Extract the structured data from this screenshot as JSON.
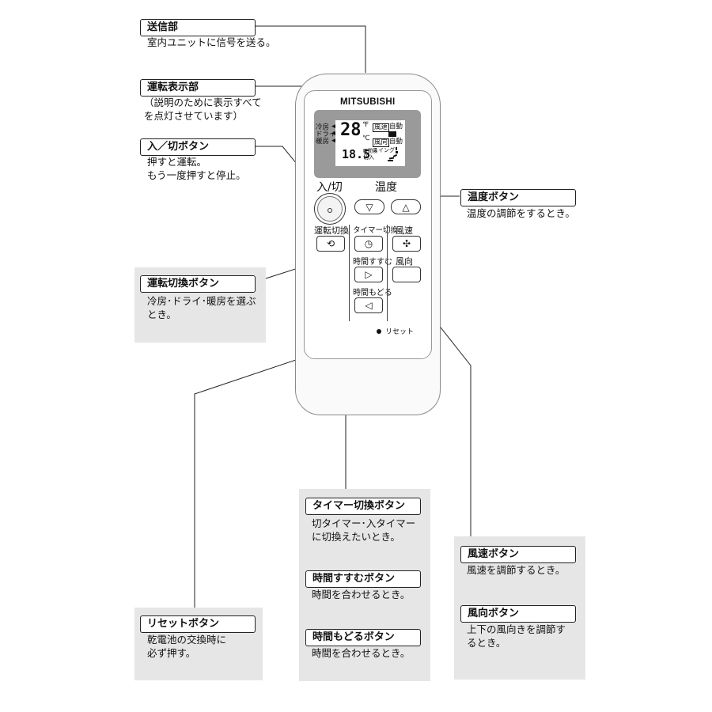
{
  "remote": {
    "brand": "MITSUBISHI",
    "lcd": {
      "modes": [
        "冷房",
        "ドライ",
        "暖房"
      ],
      "temperature": "28",
      "temp_unit": "℃",
      "temp_unit_small": "℉",
      "timer_value": "18.5",
      "timer_unit": "時間後",
      "timer_mode": "切入",
      "fan_label": "風速",
      "fan_auto": "自動",
      "vane_label": "風向",
      "vane_auto": "自動",
      "swing_label": "スイング"
    },
    "buttons": {
      "power_label": "入/切",
      "temp_label": "温度",
      "temp_down_symbol": "▽",
      "temp_up_symbol": "△",
      "mode_label": "運転切換",
      "mode_symbol": "⟲",
      "timer_switch_label": "タイマー切換",
      "timer_symbol": "◷",
      "fan_label": "風速",
      "fan_symbol": "✣",
      "time_forward_label": "時間すすむ",
      "time_forward_symbol": "▷",
      "vane_label": "風向",
      "time_back_label": "時間もどる",
      "time_back_symbol": "◁",
      "reset_label": "リセット"
    }
  },
  "callouts": {
    "transmitter": {
      "title": "送信部",
      "text": "室内ユニットに信号を送る。"
    },
    "display": {
      "title": "運転表示部",
      "text": "（説明のために表示すべて\nを点灯させています）"
    },
    "power": {
      "title": "入／切ボタン",
      "text": "押すと運転。\nもう一度押すと停止。"
    },
    "temperature": {
      "title": "温度ボタン",
      "text": "温度の調節をするとき。"
    },
    "mode": {
      "title": "運転切換ボタン",
      "text": "冷房･ドライ･暖房を選ぶ\nとき。"
    },
    "timer_switch": {
      "title": "タイマー切換ボタン",
      "text": "切タイマー･入タイマー\nに切換えたいとき。"
    },
    "time_forward": {
      "title": "時間すすむボタン",
      "text": "時間を合わせるとき。"
    },
    "time_back": {
      "title": "時間もどるボタン",
      "text": "時間を合わせるとき。"
    },
    "fan_speed": {
      "title": "風速ボタン",
      "text": "風速を調節するとき。"
    },
    "vane": {
      "title": "風向ボタン",
      "text": "上下の風向きを調節す\nるとき。"
    },
    "reset": {
      "title": "リセットボタン",
      "text": "乾電池の交換時に\n必ず押す。"
    }
  }
}
